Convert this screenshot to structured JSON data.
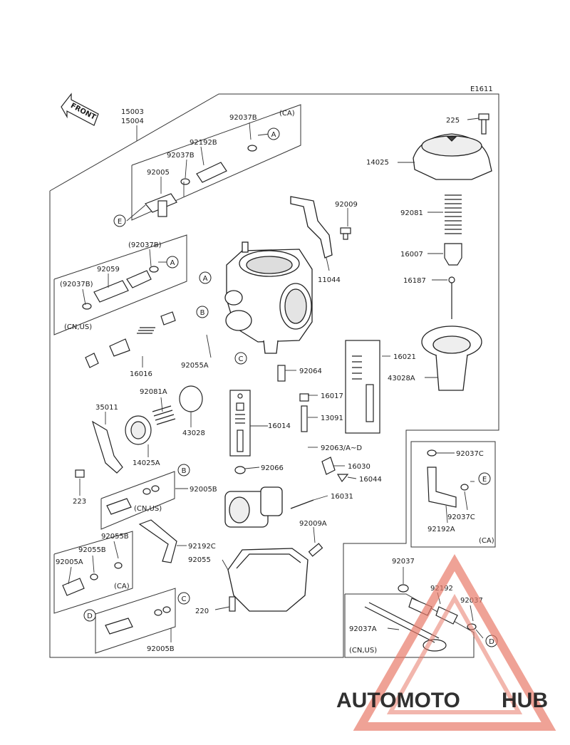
{
  "diagram_code": "E1611",
  "front_label": "FRONT",
  "region_labels": {
    "ca_top": "(CA)",
    "ca_left": "(CA)",
    "ca_right": "(CA)",
    "cn_us_left": "(CN,US)",
    "cn_us_mid": "(CN,US)",
    "cn_us_bottom": "(CN,US)"
  },
  "parts": {
    "p15003": "15003",
    "p15004": "15004",
    "p92037B_top": "92037B",
    "p92192B": "92192B",
    "p92037B_mid": "92037B",
    "p92005": "92005",
    "p92037B_paren1": "(92037B)",
    "p92059": "92059",
    "p92037B_paren2": "(92037B)",
    "p16016": "16016",
    "p92055A": "92055A",
    "p92081A": "92081A",
    "p35011": "35011",
    "p43028": "43028",
    "p14025A": "14025A",
    "p223": "223",
    "p92005B_a": "92005B",
    "p92055B_a": "92055B",
    "p92055B_b": "92055B",
    "p92005A": "92005A",
    "p92192C": "92192C",
    "p92055": "92055",
    "p220": "220",
    "p92005B_b": "92005B",
    "p92009": "92009",
    "p11044": "11044",
    "p92064": "92064",
    "p16017": "16017",
    "p16014": "16014",
    "p13091": "13091",
    "p92063": "92063/A~D",
    "p92066": "92066",
    "p16030": "16030",
    "p16044": "16044",
    "p16031": "16031",
    "p92009A": "92009A",
    "p225": "225",
    "p14025": "14025",
    "p92081": "92081",
    "p16007": "16007",
    "p16187": "16187",
    "p16021": "16021",
    "p43028A": "43028A",
    "p92037C_a": "92037C",
    "p92037C_b": "92037C",
    "p92192A": "92192A",
    "p92037_a": "92037",
    "p92192": "92192",
    "p92037_b": "92037",
    "p92037A": "92037A"
  },
  "callouts": {
    "A1": "A",
    "A2": "A",
    "A3": "A",
    "B1": "B",
    "B2": "B",
    "C1": "C",
    "C2": "C",
    "D1": "D",
    "D2": "D",
    "E1": "E",
    "E2": "E"
  },
  "watermark": {
    "text_a": "AUTOMOTO",
    "text_b": "HUB",
    "color_a": "#f4a97a",
    "color_b": "#555555",
    "triangle_color": "#e87a6a"
  }
}
